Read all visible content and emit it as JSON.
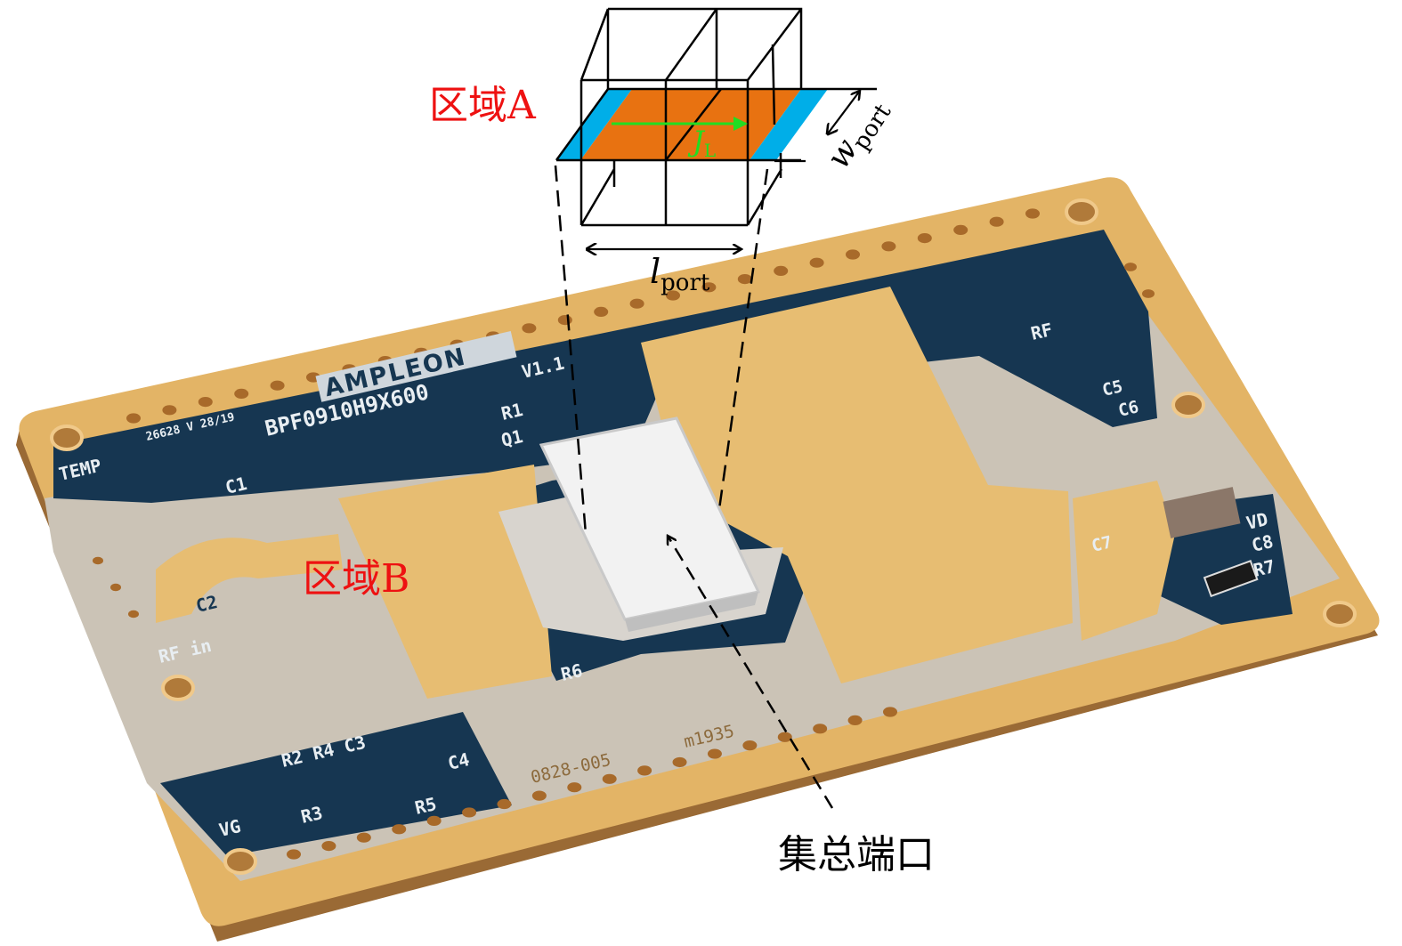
{
  "figure": {
    "region_a_label": "区域A",
    "region_b_label": "区域B",
    "lumped_port_label": "集总端口",
    "current_symbol": "J",
    "current_subscript": "L",
    "width_symbol": "w",
    "width_subscript": "port",
    "length_symbol": "l",
    "length_subscript": "port"
  },
  "colors": {
    "region_label": "#ee1111",
    "port_surface": "#e87211",
    "port_edges": "#00aee8",
    "current_arrow": "#22dd22",
    "pcb_gold": "#e3b466",
    "pcb_mask": "#163651",
    "pcb_substrate": "#cbc3b6"
  },
  "pcb": {
    "brand": "AMPLEON",
    "part_number": "BPF0910H9X600",
    "date_code": "26628 V 28/19",
    "version": "V1.1",
    "labels": {
      "r1": "R1",
      "q1": "Q1",
      "c1": "C1",
      "temp": "TEMP",
      "rf_out": "RF",
      "c5": "C5",
      "c6": "C6",
      "c2": "C2",
      "rf_in": "RF in",
      "r6": "R6",
      "r2r4c3": "R2 R4 C3",
      "c4": "C4",
      "vg": "VG",
      "r3": "R3",
      "r5": "R5",
      "vd": "VD",
      "c8": "C8",
      "r7": "R7",
      "c7": "C7",
      "board_code": "0828-005",
      "mark": "m1935"
    }
  }
}
